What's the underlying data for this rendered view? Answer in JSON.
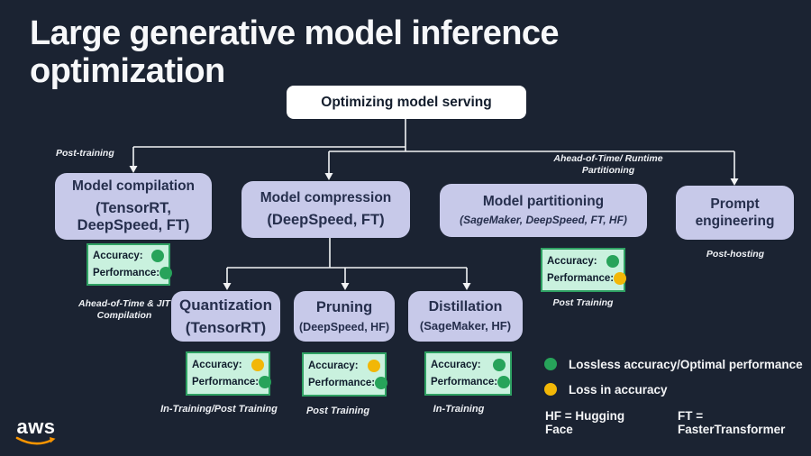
{
  "slide": {
    "title_line1": "Large generative model inference",
    "title_line2": "optimization"
  },
  "root": {
    "label": "Optimizing model serving"
  },
  "edge_labels": {
    "post_training": "Post-training",
    "aot_runtime_line1": "Ahead-of-Time/ Runtime",
    "aot_runtime_line2": "Partitioning",
    "post_hosting": "Post-hosting"
  },
  "nodes": {
    "compilation": {
      "title": "Model compilation",
      "subtitle": "(TensorRT, DeepSpeed, FT)"
    },
    "compression": {
      "title": "Model compression",
      "subtitle": "(DeepSpeed, FT)"
    },
    "partitioning": {
      "title": "Model partitioning",
      "subtitle": "(SageMaker, DeepSpeed, FT, HF)"
    },
    "prompt": {
      "title": "Prompt engineering"
    },
    "quantization": {
      "title": "Quantization",
      "subtitle": "(TensorRT)"
    },
    "pruning": {
      "title": "Pruning",
      "subtitle": "(DeepSpeed, HF)"
    },
    "distillation": {
      "title": "Distillation",
      "subtitle": "(SageMaker, HF)"
    }
  },
  "metric_labels": {
    "accuracy": "Accuracy:",
    "performance": "Performance:"
  },
  "metrics": {
    "compilation": {
      "accuracy": "green",
      "performance": "green",
      "note": "Ahead-of-Time & JIT Compilation"
    },
    "partitioning": {
      "accuracy": "green",
      "performance": "yellow",
      "note": "Post Training"
    },
    "quantization": {
      "accuracy": "yellow",
      "performance": "green",
      "note": "In-Training/Post Training"
    },
    "pruning": {
      "accuracy": "yellow",
      "performance": "green",
      "note": "Post Training"
    },
    "distillation": {
      "accuracy": "green",
      "performance": "green",
      "note": "In-Training"
    }
  },
  "legend": {
    "items": [
      {
        "color": "green",
        "label": "Lossless accuracy/Optimal performance"
      },
      {
        "color": "yellow",
        "label": "Loss in accuracy"
      }
    ],
    "abbreviations": [
      "HF = Hugging Face",
      "FT = FasterTransformer"
    ]
  },
  "colors": {
    "background": "#1b2332",
    "node_fill": "#c7c9e9",
    "metric_fill": "#c9f1de",
    "metric_border": "#2fa163",
    "green_dot": "#27a35a",
    "yellow_dot": "#f2b707",
    "aws_orange": "#f79400"
  },
  "logo": {
    "text": "aws"
  }
}
